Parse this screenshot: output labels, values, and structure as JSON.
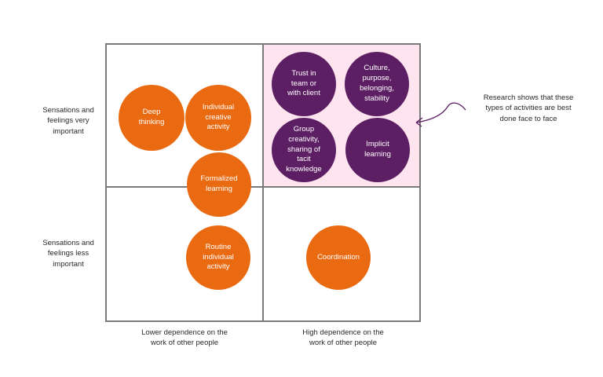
{
  "colors": {
    "orange": "#ea6a12",
    "purple": "#5d1f64",
    "highlight": "#fde4ef",
    "border": "#7a7a7a"
  },
  "y_axis": {
    "top_label": "Sensations and\nfeelings very\nimportant",
    "bottom_label": "Sensations and\nfeelings less\nimportant"
  },
  "x_axis": {
    "left_label": "Lower dependence on the\nwork of other people",
    "right_label": "High dependence on the\nwork of other people"
  },
  "circles": {
    "deep_thinking": "Deep\nthinking",
    "individual_creative": "Individual\ncreative\nactivity",
    "formalized_learning": "Formalized\nlearning",
    "routine_individual": "Routine\nindividual\nactivity",
    "trust": "Trust in\nteam or\nwith client",
    "culture": "Culture,\npurpose,\nbelonging,\nstability",
    "group_creativity": "Group\ncreativity,\nsharing of\ntacit\nknowledge",
    "implicit_learning": "Implicit\nlearning",
    "coordination": "Coordination"
  },
  "annotation": {
    "text": "Research shows that these\ntypes of activities are best\ndone face to face"
  }
}
